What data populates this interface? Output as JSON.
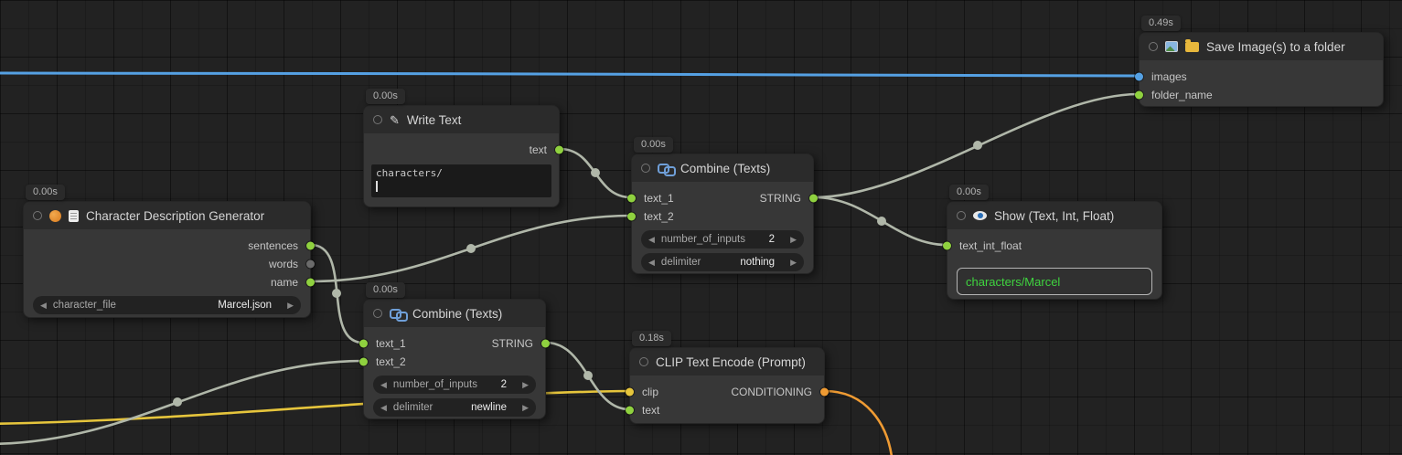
{
  "ui": {
    "arrow_left": "◀",
    "arrow_right": "▶",
    "icons": {
      "pencil": "✎"
    }
  },
  "colors": {
    "link_text": "#b0b7a9",
    "link_image": "#55a1e4",
    "link_clip": "#e6c53c",
    "link_conditioning": "#ef9b33",
    "port_green": "#8fd13f",
    "port_gray": "#6b6b6b",
    "port_blue": "#55a1e4",
    "port_yellow": "#e6c53c",
    "port_orange": "#ef9b33",
    "show_text_green": "#3fd43f"
  },
  "nodes": {
    "character_generator": {
      "exec_time": "0.00s",
      "title": "Character Description Generator",
      "icon": "character-face-and-memo",
      "outputs": {
        "sentences": "sentences",
        "words": "words",
        "name": "name"
      },
      "widgets": {
        "character_file": {
          "label": "character_file",
          "value": "Marcel.json"
        }
      }
    },
    "write_text": {
      "exec_time": "0.00s",
      "title": "Write Text",
      "icon": "pencil",
      "outputs": {
        "text": "text"
      },
      "text_value": "characters/"
    },
    "combine_texts_top": {
      "exec_time": "0.00s",
      "title": "Combine (Texts)",
      "icon": "chain-link",
      "inputs": {
        "text_1": "text_1",
        "text_2": "text_2"
      },
      "outputs": {
        "string": "STRING"
      },
      "widgets": {
        "number_of_inputs": {
          "label": "number_of_inputs",
          "value": "2"
        },
        "delimiter": {
          "label": "delimiter",
          "value": "nothing"
        }
      }
    },
    "combine_texts_bottom": {
      "exec_time": "0.00s",
      "title": "Combine (Texts)",
      "icon": "chain-link",
      "inputs": {
        "text_1": "text_1",
        "text_2": "text_2"
      },
      "outputs": {
        "string": "STRING"
      },
      "widgets": {
        "number_of_inputs": {
          "label": "number_of_inputs",
          "value": "2"
        },
        "delimiter": {
          "label": "delimiter",
          "value": "newline"
        }
      }
    },
    "show_text": {
      "exec_time": "0.00s",
      "title": "Show (Text, Int, Float)",
      "icon": "eye",
      "inputs": {
        "text_int_float": "text_int_float"
      },
      "display_value": "characters/Marcel"
    },
    "save_image": {
      "exec_time": "0.49s",
      "title": "Save Image(s) to a folder",
      "icon": "picture-and-folder",
      "inputs": {
        "images": "images",
        "folder_name": "folder_name"
      }
    },
    "clip_encode": {
      "exec_time": "0.18s",
      "title": "CLIP Text Encode (Prompt)",
      "inputs": {
        "clip": "clip",
        "text": "text"
      },
      "outputs": {
        "conditioning": "CONDITIONING"
      }
    }
  },
  "links": [
    {
      "from": "Write Text.text",
      "to": "Combine (Texts).text_1",
      "type": "STRING"
    },
    {
      "from": "Character Description Generator.name",
      "to": "Combine (Texts).text_2",
      "type": "STRING"
    },
    {
      "from": "Character Description Generator.sentences",
      "to": "Combine (Texts) 2.text_1",
      "type": "STRING"
    },
    {
      "from": "offscreen-left",
      "to": "Combine (Texts) 2.text_2",
      "type": "STRING"
    },
    {
      "from": "Combine (Texts) 2.STRING",
      "to": "CLIP Text Encode (Prompt).text",
      "type": "STRING"
    },
    {
      "from": "Combine (Texts).STRING",
      "to": "Show (Text, Int, Float).text_int_float",
      "type": "STRING"
    },
    {
      "from": "Combine (Texts).STRING",
      "to": "Save Image(s) to a folder.folder_name",
      "type": "STRING"
    },
    {
      "from": "offscreen-left",
      "to": "Save Image(s) to a folder.images",
      "type": "IMAGE"
    },
    {
      "from": "offscreen-left",
      "to": "CLIP Text Encode (Prompt).clip",
      "type": "CLIP"
    },
    {
      "from": "CLIP Text Encode (Prompt).CONDITIONING",
      "to": "offscreen-bottom",
      "type": "CONDITIONING"
    }
  ]
}
